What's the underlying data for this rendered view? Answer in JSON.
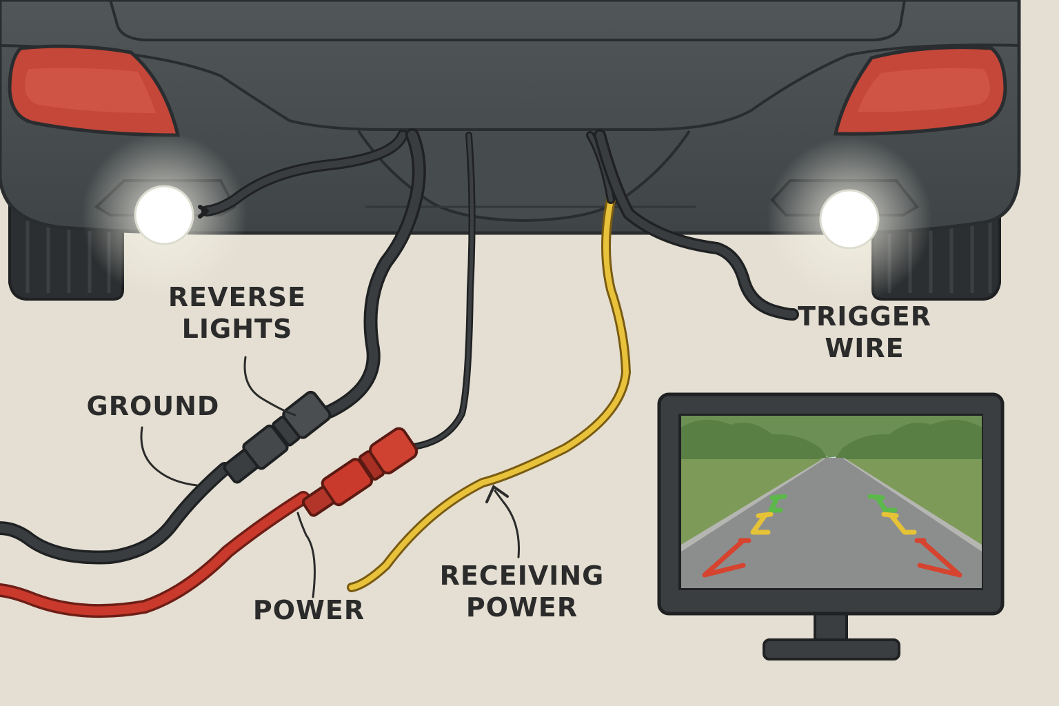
{
  "labels": {
    "reverse_lights": [
      "REVERSE",
      "LIGHTS"
    ],
    "trigger_wire": [
      "TRIGGER",
      "WIRE"
    ],
    "ground": "GROUND",
    "power": "POWER",
    "receiving_power": [
      "RECEIVING",
      "POWER"
    ]
  },
  "colors": {
    "background": "#e4dfd2",
    "car_body": "#4a5053",
    "tail_light": "#c4473a",
    "ground_wire": "#2f3234",
    "power_wire": "#c93a2c",
    "receiving_wire": "#e8c23a",
    "monitor_frame": "#3b3e40",
    "guide_green": "#5cb84a",
    "guide_yellow": "#e6c237",
    "guide_red": "#d6432f"
  },
  "icons": {
    "car": "car-rear-icon",
    "monitor": "backup-monitor-icon"
  }
}
